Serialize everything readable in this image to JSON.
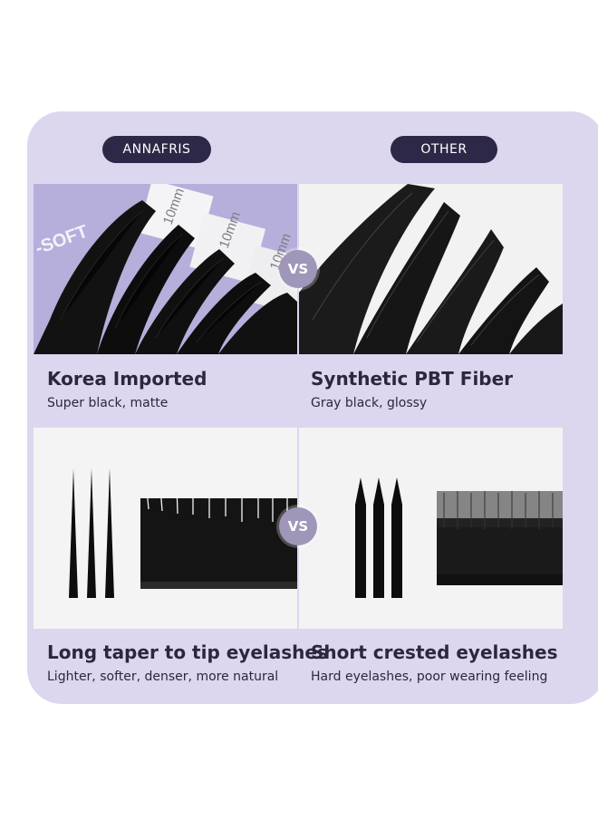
{
  "labels": {
    "left": "ANNAFRIS",
    "right": "OTHER"
  },
  "vs_text": "VS",
  "top_photo": {
    "box_text": "-SOFT",
    "tab_labels": [
      "10mm",
      "10mm",
      "10mm"
    ]
  },
  "sections": [
    {
      "left": {
        "title": "Korea Imported",
        "subtitle": "Super black, matte"
      },
      "right": {
        "title": "Synthetic PBT Fiber",
        "subtitle": "Gray black, glossy"
      }
    },
    {
      "left": {
        "title": "Long taper to tip eyelashes",
        "subtitle": "Lighter, softer, denser, more natural"
      },
      "right": {
        "title": "Short crested eyelashes",
        "subtitle": "Hard eyelashes, poor wearing feeling"
      }
    }
  ],
  "colors": {
    "card": "#dcd6ef",
    "pill": "#2e2848",
    "vs_badge": "#9f96b9",
    "text": "#2d2640"
  }
}
